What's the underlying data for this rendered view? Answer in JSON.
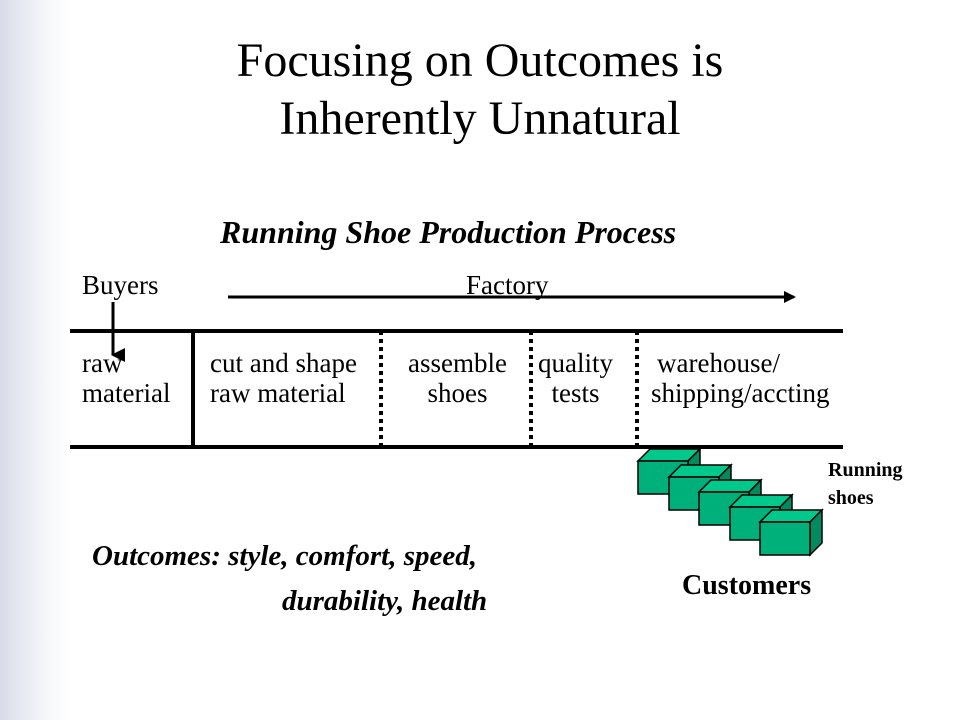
{
  "slide": {
    "title_line1": "Focusing on Outcomes is",
    "title_line2": "Inherently Unnatural",
    "subtitle": "Running Shoe Production Process",
    "buyers": "Buyers",
    "factory": "Factory",
    "stages": [
      {
        "line1": "raw",
        "line2": "material"
      },
      {
        "line1": "cut and shape",
        "line2": "raw material"
      },
      {
        "line1": "assemble",
        "line2": "shoes"
      },
      {
        "line1": "quality",
        "line2": "tests"
      },
      {
        "line1": "warehouse/",
        "line2": "shipping/accting"
      }
    ],
    "running_shoes_line1": "Running",
    "running_shoes_line2": "shoes",
    "customers": "Customers",
    "outcomes_line1": "Outcomes: style, comfort, speed,",
    "outcomes_line2": "durability, health",
    "box_color": "#00b07a",
    "box_top_color": "#00c98b",
    "box_side_color": "#008a5e"
  }
}
